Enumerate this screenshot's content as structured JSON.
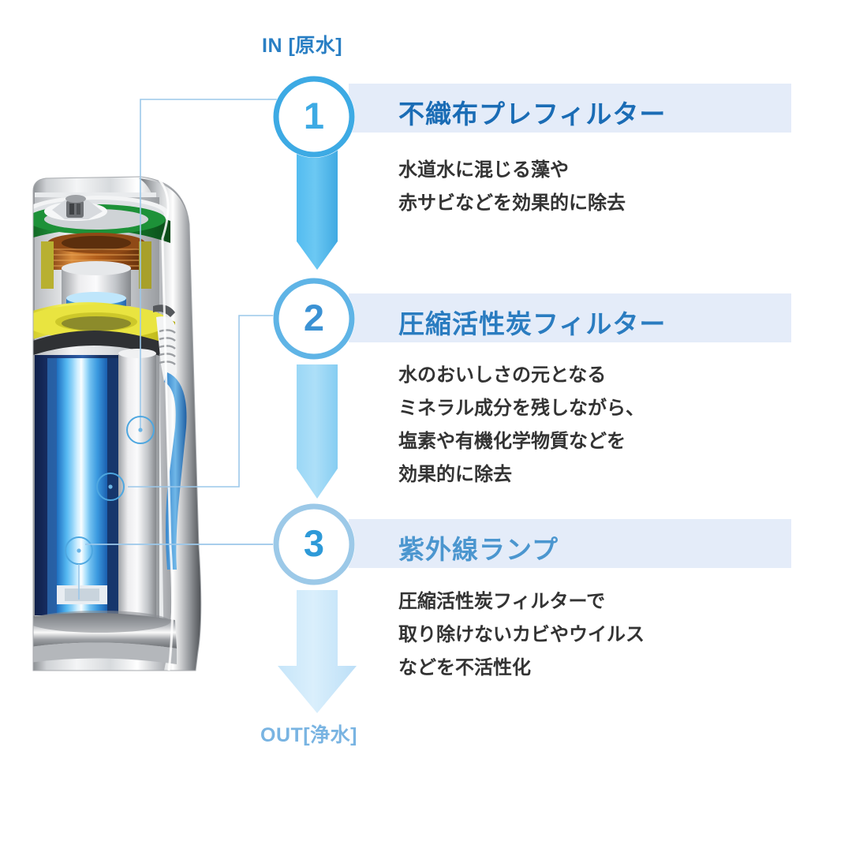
{
  "diagram": {
    "title_hidden": "",
    "inlet": {
      "label": "IN [原水]",
      "color": "#2a7fc4"
    },
    "outlet": {
      "label": "OUT[浄水]",
      "color": "#79b4e2"
    },
    "band_color": "#e4ecf9",
    "accent_color": "#3daae4",
    "steps": [
      {
        "number": "1",
        "title": "不織布プレフィルター",
        "body": "水道水に混じる藻や\n赤サビなどを効果的に除去",
        "title_color": "#1a6cb5",
        "ring_color": "#3daae4",
        "number_color": "#3daae4",
        "arrow_color": "#5dc0ef"
      },
      {
        "number": "2",
        "title": "圧縮活性炭フィルター",
        "body": "水のおいしさの元となる\nミネラル成分を残しながら、\n塩素や有機化学物質などを\n効果的に除去",
        "title_color": "#2a7cc0",
        "ring_color": "#5fb4e6",
        "number_color": "#3b92d4",
        "arrow_color": "#9ad4f4"
      },
      {
        "number": "3",
        "title": "紫外線ランプ",
        "body": "圧縮活性炭フィルターで\n取り除けないカビやウイルス\nなどを不活性化",
        "title_color": "#4b96cf",
        "ring_color": "#9cc9e8",
        "number_color": "#2e9ad8",
        "arrow_color": "#cfe8f9"
      }
    ],
    "product_image": {
      "name": "water-purifier-cutaway",
      "callouts": [
        {
          "target": "prefilter-callout-dot"
        },
        {
          "target": "carbon-filter-callout-dot"
        },
        {
          "target": "uv-lamp-callout-dot"
        }
      ]
    }
  }
}
